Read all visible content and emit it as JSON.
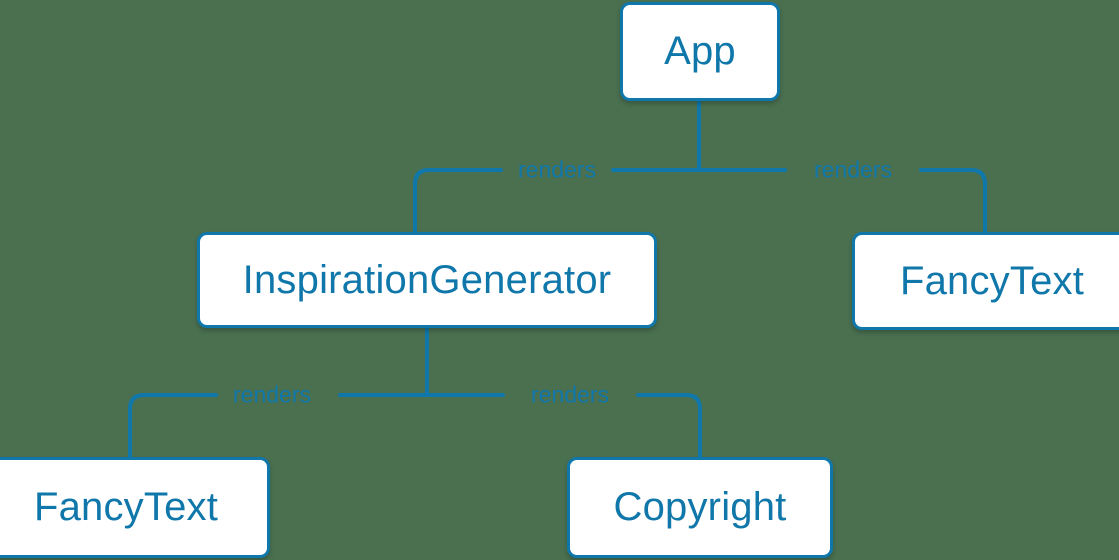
{
  "diagram": {
    "type": "component-tree",
    "background_color": "#4a7050",
    "accent_color": "#1077aa",
    "node_fill_color": "#ffffff",
    "nodes": [
      {
        "id": "app",
        "label": "App"
      },
      {
        "id": "inspgen",
        "label": "InspirationGenerator"
      },
      {
        "id": "fancy_right",
        "label": "FancyText"
      },
      {
        "id": "fancy_left",
        "label": "FancyText"
      },
      {
        "id": "copyright",
        "label": "Copyright"
      }
    ],
    "edges": [
      {
        "from": "app",
        "to": "inspgen",
        "label": "renders"
      },
      {
        "from": "app",
        "to": "fancy_right",
        "label": "renders"
      },
      {
        "from": "inspgen",
        "to": "fancy_left",
        "label": "renders"
      },
      {
        "from": "inspgen",
        "to": "copyright",
        "label": "renders"
      }
    ]
  }
}
